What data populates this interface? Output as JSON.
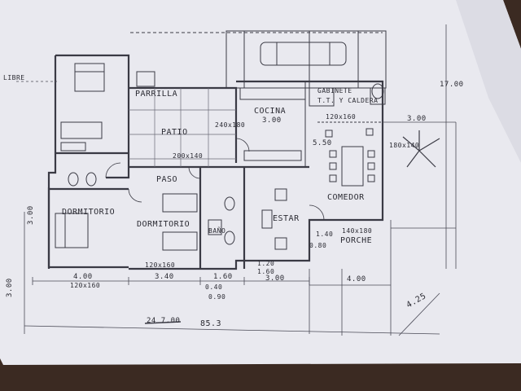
{
  "rooms": {
    "dormitorio_1": "DORMITORIO",
    "dormitorio_2": "DORMITORIO",
    "parrilla": "PARRILLA",
    "patio": "PATIO",
    "cocina": "COCINA",
    "gabinete": "GABINETE",
    "gabinete_sub": "T.T. Y CALDERA",
    "paso": "PASO",
    "comedor": "COMEDOR",
    "estar": "ESTAR",
    "porche": "PORCHE",
    "bano": "BAÑO"
  },
  "dimensions": {
    "libre": "LIBRE",
    "cocina_w": "3.00",
    "cocina_win": "240x180",
    "gab_win": "120x160",
    "patio_win": "200x140",
    "right_a": "3.00",
    "right_b": "17.00",
    "right_c": "5.50",
    "right_d": "180x140",
    "porch_win": "140x180",
    "porch_h": "1.40",
    "porch_h2": "0.80",
    "dorm_win_1": "120x160",
    "dorm_win_2": "120x160",
    "w_400": "4.00",
    "w_340": "3.40",
    "w_160": "1.60",
    "w_040": "0.40",
    "w_090": "0.90",
    "w_120": "1.20",
    "w_160b": "1.60",
    "w_300": "3.00",
    "w_400b": "4.00",
    "h_300": "3.00",
    "h_300b": "3.00",
    "area_a": "85.3",
    "area_b": "4.25",
    "area_struck": "24 7.00"
  }
}
